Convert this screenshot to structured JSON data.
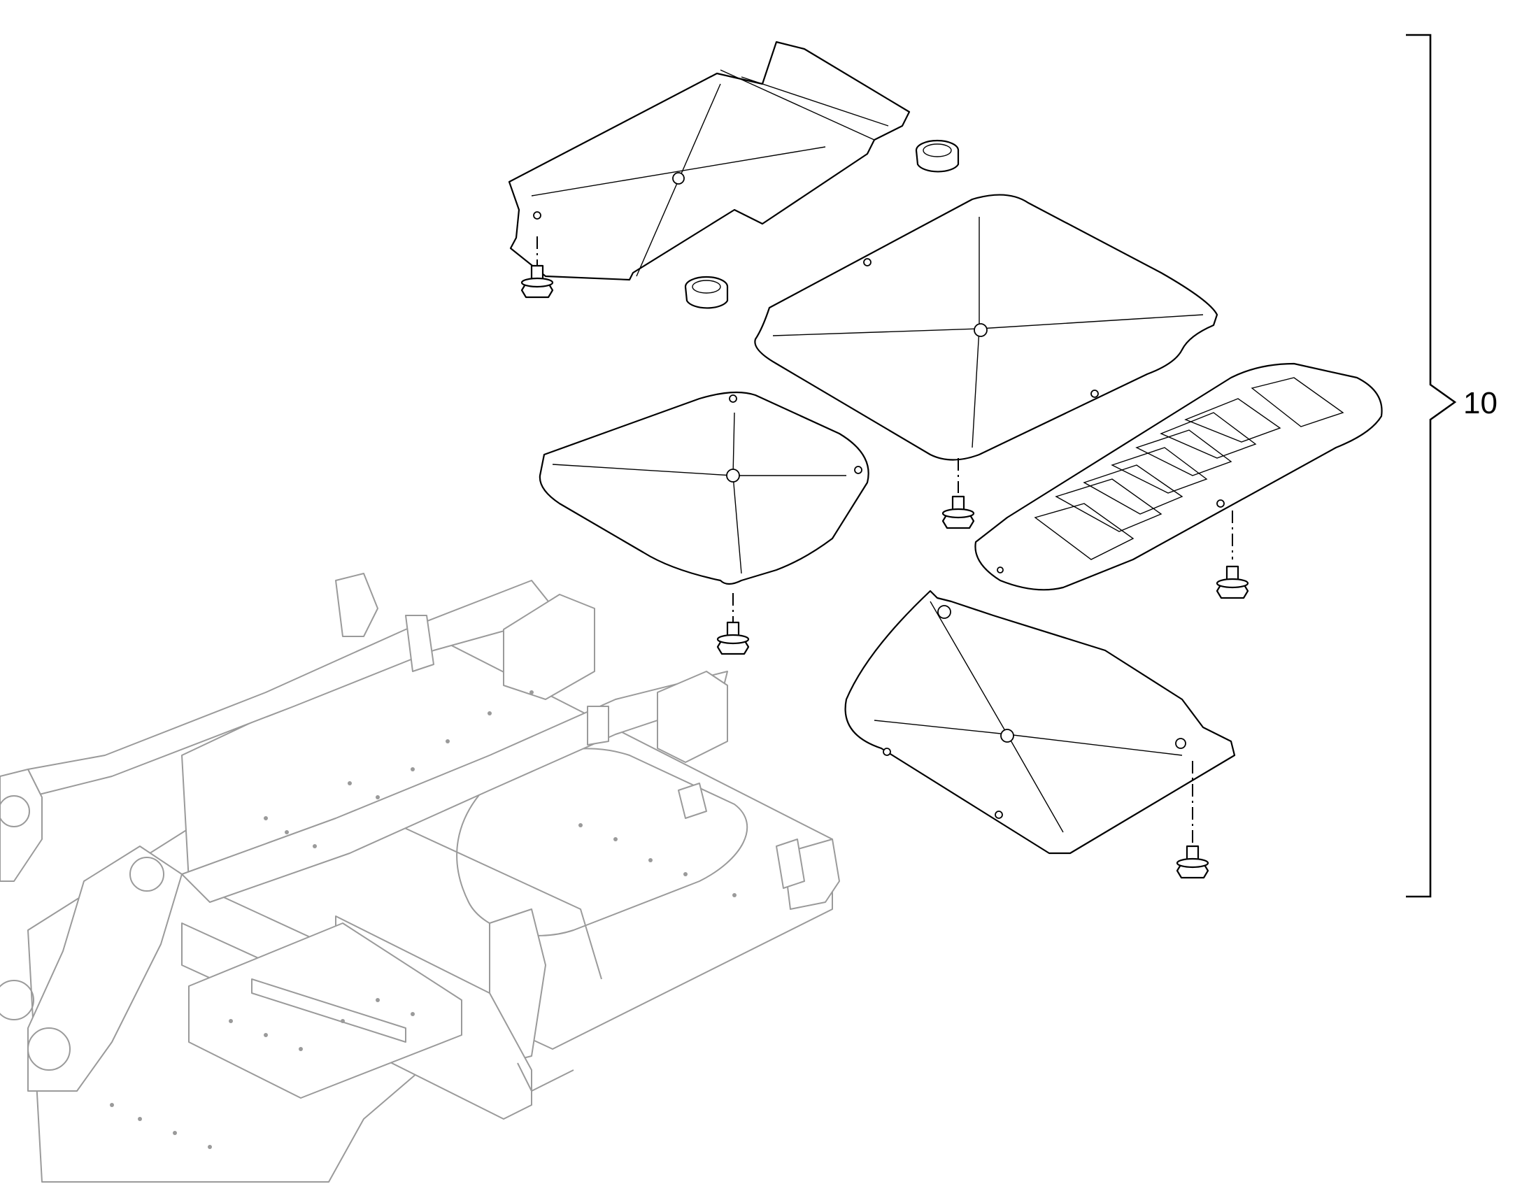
{
  "diagram": {
    "callout_label": "10",
    "parts": [
      "frame-chassis",
      "rear-cover-plate",
      "center-cover-plate",
      "left-cover-plate",
      "louvered-grille-plate",
      "front-cover-plate",
      "grommet",
      "flange-bolt"
    ]
  }
}
